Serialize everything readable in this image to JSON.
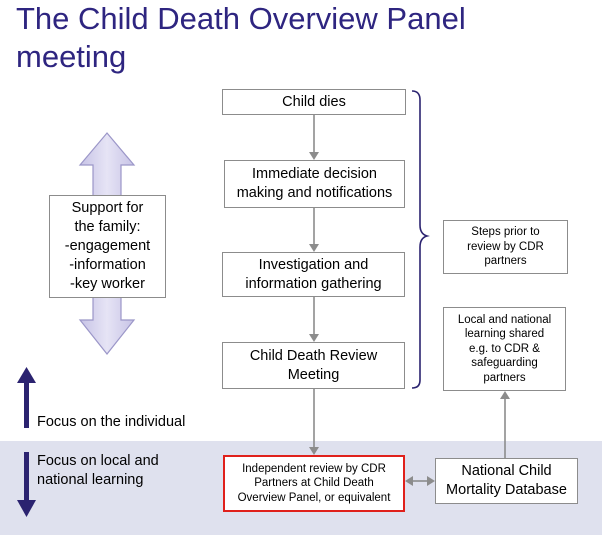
{
  "title_line1": "The Child Death Overview Panel",
  "title_line2": "meeting",
  "flow": {
    "child_dies": "Child dies",
    "immediate": [
      "Immediate decision",
      "making and notifications"
    ],
    "investigation": [
      "Investigation and",
      "information gathering"
    ],
    "cdr_meeting": [
      "Child Death Review",
      "Meeting"
    ],
    "independent_review": [
      "Independent review by CDR",
      "Partners at Child Death",
      "Overview Panel, or equivalent"
    ],
    "database": [
      "National Child",
      "Mortality Database"
    ]
  },
  "side": {
    "steps_prior": [
      "Steps prior to",
      "review by CDR",
      "partners"
    ],
    "learning": [
      "Local and national",
      "learning shared",
      "e.g. to CDR &",
      "safeguarding",
      "partners"
    ]
  },
  "family": [
    "Support for",
    "the family:",
    "-engagement",
    "-information",
    "-key worker"
  ],
  "focus_individual": "Focus on the individual",
  "focus_learning": [
    "Focus on local and",
    "national learning"
  ],
  "colors": {
    "title": "#2e2580",
    "arrow_dark": "#2b2370",
    "connector": "#8c8c8c",
    "highlight_border": "#e0201b",
    "band": "#dfe1ee",
    "bracket": "#2b2370"
  }
}
